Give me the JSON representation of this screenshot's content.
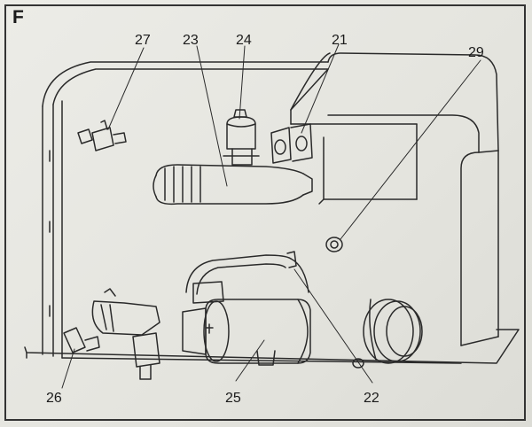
{
  "panel": {
    "label": "F"
  },
  "callouts": [
    {
      "id": "c27",
      "text": "27"
    },
    {
      "id": "c23",
      "text": "23"
    },
    {
      "id": "c24",
      "text": "24"
    },
    {
      "id": "c21",
      "text": "21"
    },
    {
      "id": "c29",
      "text": "29"
    },
    {
      "id": "c26",
      "text": "26"
    },
    {
      "id": "c25",
      "text": "25"
    },
    {
      "id": "c22",
      "text": "22"
    }
  ],
  "colors": {
    "line": "#2a2a2a",
    "background": "#e7e7e2"
  }
}
